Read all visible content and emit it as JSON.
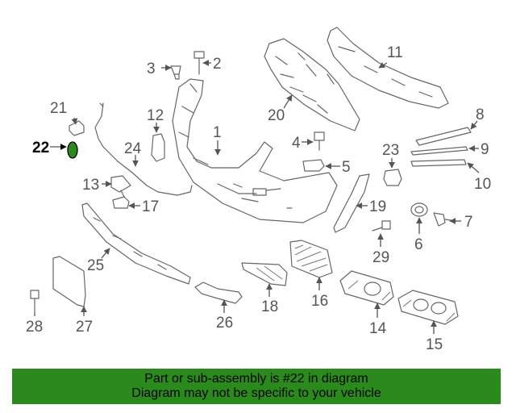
{
  "diagram": {
    "labels": [
      "22",
      "21",
      "3",
      "2",
      "1",
      "11",
      "20",
      "12",
      "24",
      "4",
      "5",
      "23",
      "8",
      "9",
      "10",
      "13",
      "17",
      "19",
      "6",
      "7",
      "29",
      "25",
      "16",
      "18",
      "14",
      "15",
      "26",
      "27",
      "28"
    ],
    "highlighted_part": "22",
    "highlight_color": "#2b8a1c"
  },
  "banner": {
    "line1": "Part or sub-assembly is #22 in diagram",
    "line2": "Diagram may not be specific to your vehicle",
    "background": "#2b8a1c"
  }
}
